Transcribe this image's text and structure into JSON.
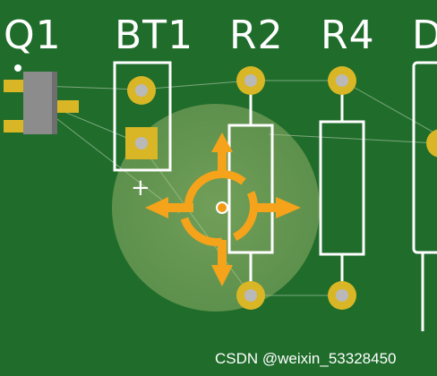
{
  "board": {
    "background": "#1e6b2a",
    "silkscreen_color": "#ffffff",
    "pad_color": "#d4b62a",
    "cursor_color": "#f5a516"
  },
  "designators": {
    "q1": "Q1",
    "bt1": "BT1",
    "r2": "R2",
    "r4": "R4",
    "d_partial": "D"
  },
  "polarity_mark": "+",
  "watermark": "CSDN @weixin_53328450"
}
